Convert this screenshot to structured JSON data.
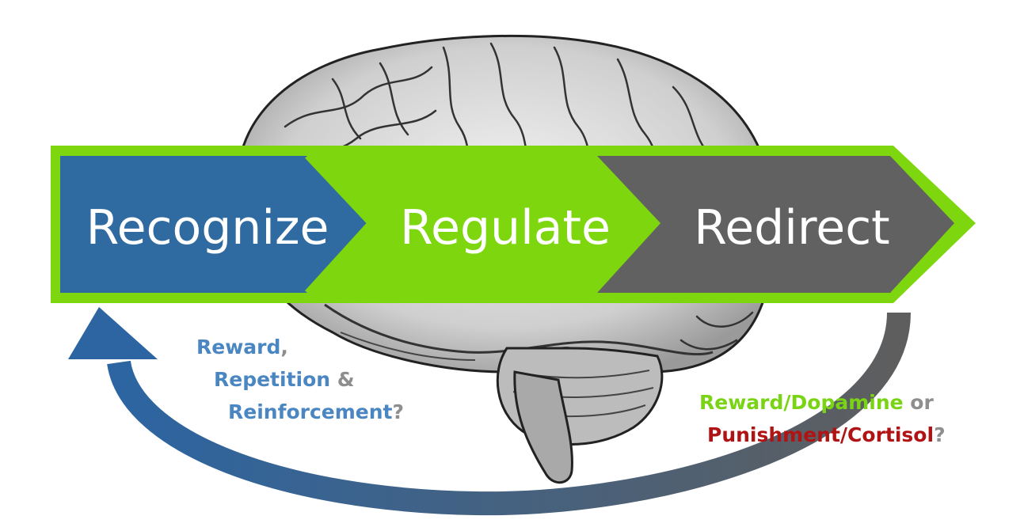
{
  "steps": [
    {
      "label": "Recognize",
      "fill": "#2f6aa0"
    },
    {
      "label": "Regulate",
      "fill": "#7ed60e"
    },
    {
      "label": "Redirect",
      "fill": "#616161"
    }
  ],
  "colors": {
    "border_green": "#7ed60e",
    "blue_text": "#4a86c2",
    "green_text": "#79d414",
    "red_text": "#b01313",
    "gray_text": "#8e8e8e",
    "loop_start": "#2c65a2",
    "loop_end": "#5e5e5e"
  },
  "left_note": {
    "line1": {
      "word": "Reward",
      "punct": ","
    },
    "line2": {
      "word": "Repetition",
      "punct": " &"
    },
    "line3": {
      "word": "Reinforcement",
      "punct": "?"
    }
  },
  "right_note": {
    "line1": {
      "word": "Reward/Dopamine",
      "connector": " or"
    },
    "line2": {
      "word": "Punishment/Cortisol",
      "punct": "?"
    }
  },
  "icons": {
    "background": "brain-illustration",
    "loop": "loop-arrow-icon"
  }
}
